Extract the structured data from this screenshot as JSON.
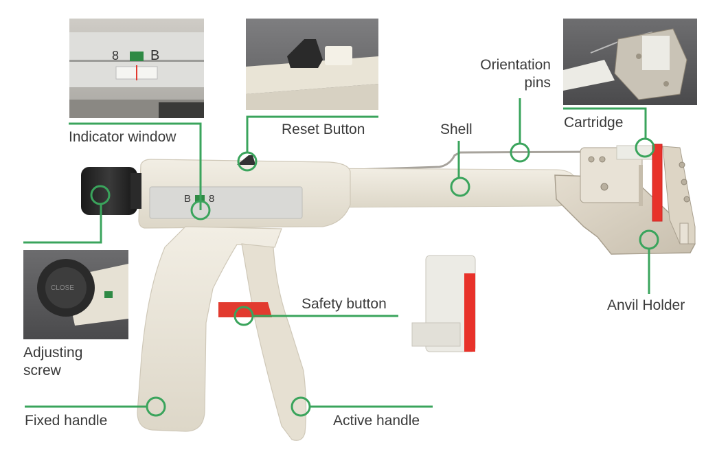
{
  "accent": "#3aa45c",
  "labels": {
    "indicator_window": "Indicator window",
    "reset_button": "Reset Button",
    "orientation_pins_line1": "Orientation",
    "orientation_pins_line2": "pins",
    "shell": "Shell",
    "cartridge": "Cartridge",
    "adjusting_screw_line1": "Adjusting",
    "adjusting_screw_line2": "screw",
    "safety_button": "Safety button",
    "anvil_holder": "Anvil Holder",
    "fixed_handle": "Fixed handle",
    "active_handle": "Active handle"
  },
  "inset_texts": {
    "indicator_left": "8",
    "indicator_right": "B",
    "indicator_body_left": "B",
    "indicator_body_right": "8",
    "knob_text": "CLOSE"
  },
  "icons": {
    "marker": "circle-marker-icon"
  }
}
